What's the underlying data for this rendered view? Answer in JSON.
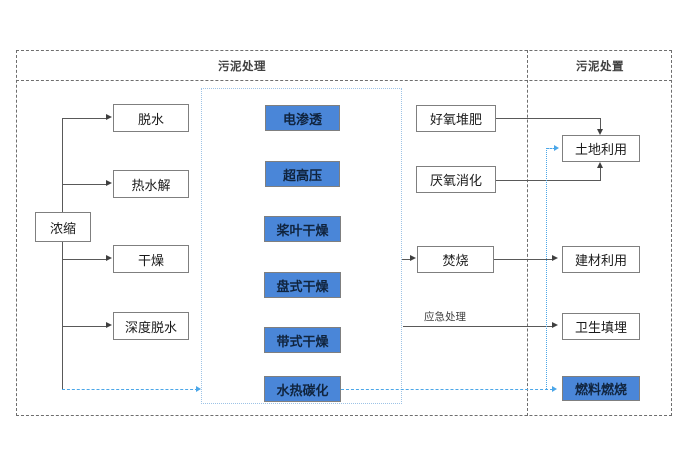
{
  "diagram": {
    "sections": [
      {
        "id": "treatment",
        "title": "污泥处理"
      },
      {
        "id": "disposal",
        "title": "污泥处置"
      }
    ],
    "left_nodes": [
      {
        "id": "thicken",
        "label": "浓缩"
      },
      {
        "id": "dewater",
        "label": "脱水"
      },
      {
        "id": "hydrolysis",
        "label": "热水解"
      },
      {
        "id": "drying",
        "label": "干燥"
      },
      {
        "id": "deep-dewater",
        "label": "深度脱水"
      }
    ],
    "tech_nodes": [
      {
        "id": "electroosmosis",
        "label": "电渗透"
      },
      {
        "id": "ultra-high-press",
        "label": "超高压"
      },
      {
        "id": "paddle-drying",
        "label": "桨叶干燥"
      },
      {
        "id": "disc-drying",
        "label": "盘式干燥"
      },
      {
        "id": "belt-drying",
        "label": "带式干燥"
      },
      {
        "id": "hydrothermal",
        "label": "水热碳化"
      }
    ],
    "mid_nodes": [
      {
        "id": "aerobic-compost",
        "label": "好氧堆肥"
      },
      {
        "id": "anaerobic-digest",
        "label": "厌氧消化"
      },
      {
        "id": "incineration",
        "label": "焚烧"
      }
    ],
    "right_nodes": [
      {
        "id": "land-use",
        "label": "土地利用"
      },
      {
        "id": "building-mat",
        "label": "建材利用"
      },
      {
        "id": "sanitary-fill",
        "label": "卫生填埋"
      },
      {
        "id": "fuel-burning",
        "label": "燃料燃烧"
      }
    ],
    "edge_labels": [
      {
        "id": "emergency",
        "label": "应急处理"
      }
    ],
    "colors": {
      "blue_fill": "#4a86d8",
      "box_border": "#7f7f7f",
      "frame_dash": "#6e6e6e",
      "inner_dot": "#9dc3e6",
      "flow_blue": "#4aa6e8",
      "line_gray": "#595959"
    }
  }
}
